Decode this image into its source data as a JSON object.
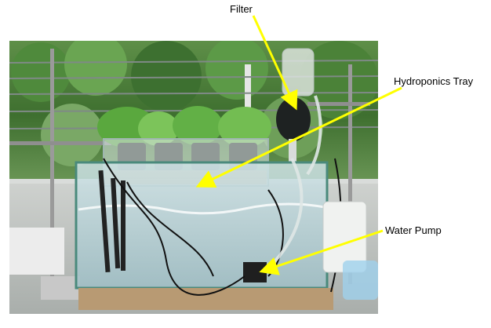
{
  "annotations": {
    "filter": "Filter",
    "tray": "Hydroponics Tray",
    "pump": "Water Pump"
  },
  "colors": {
    "arrow": "#ffff00",
    "foliage": "#3f7a2e",
    "lettuce": "#6ab84a",
    "water": "#b9d6dc",
    "tank_frame": "#4a8a7c"
  }
}
